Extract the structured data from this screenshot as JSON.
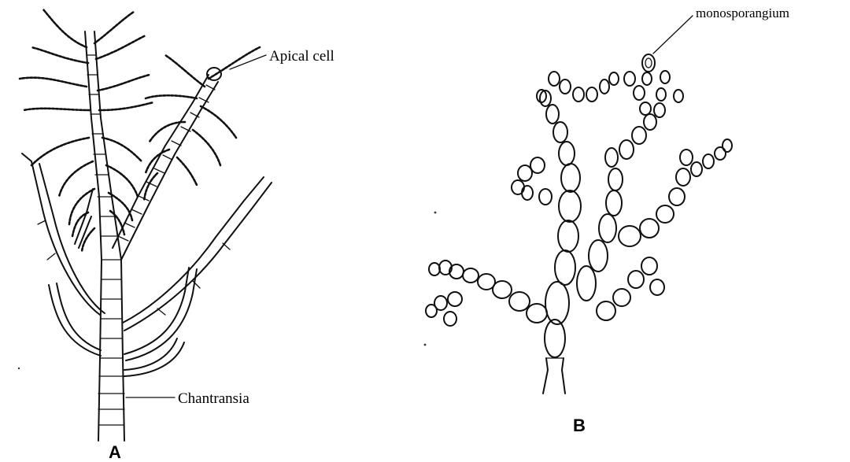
{
  "figure": {
    "panel_a": {
      "letter": "A",
      "labels": {
        "apical": "Apical cell",
        "chantransia": "Chantransia"
      }
    },
    "panel_b": {
      "letter": "B",
      "labels": {
        "monosporangium": "monosporangium"
      }
    }
  }
}
